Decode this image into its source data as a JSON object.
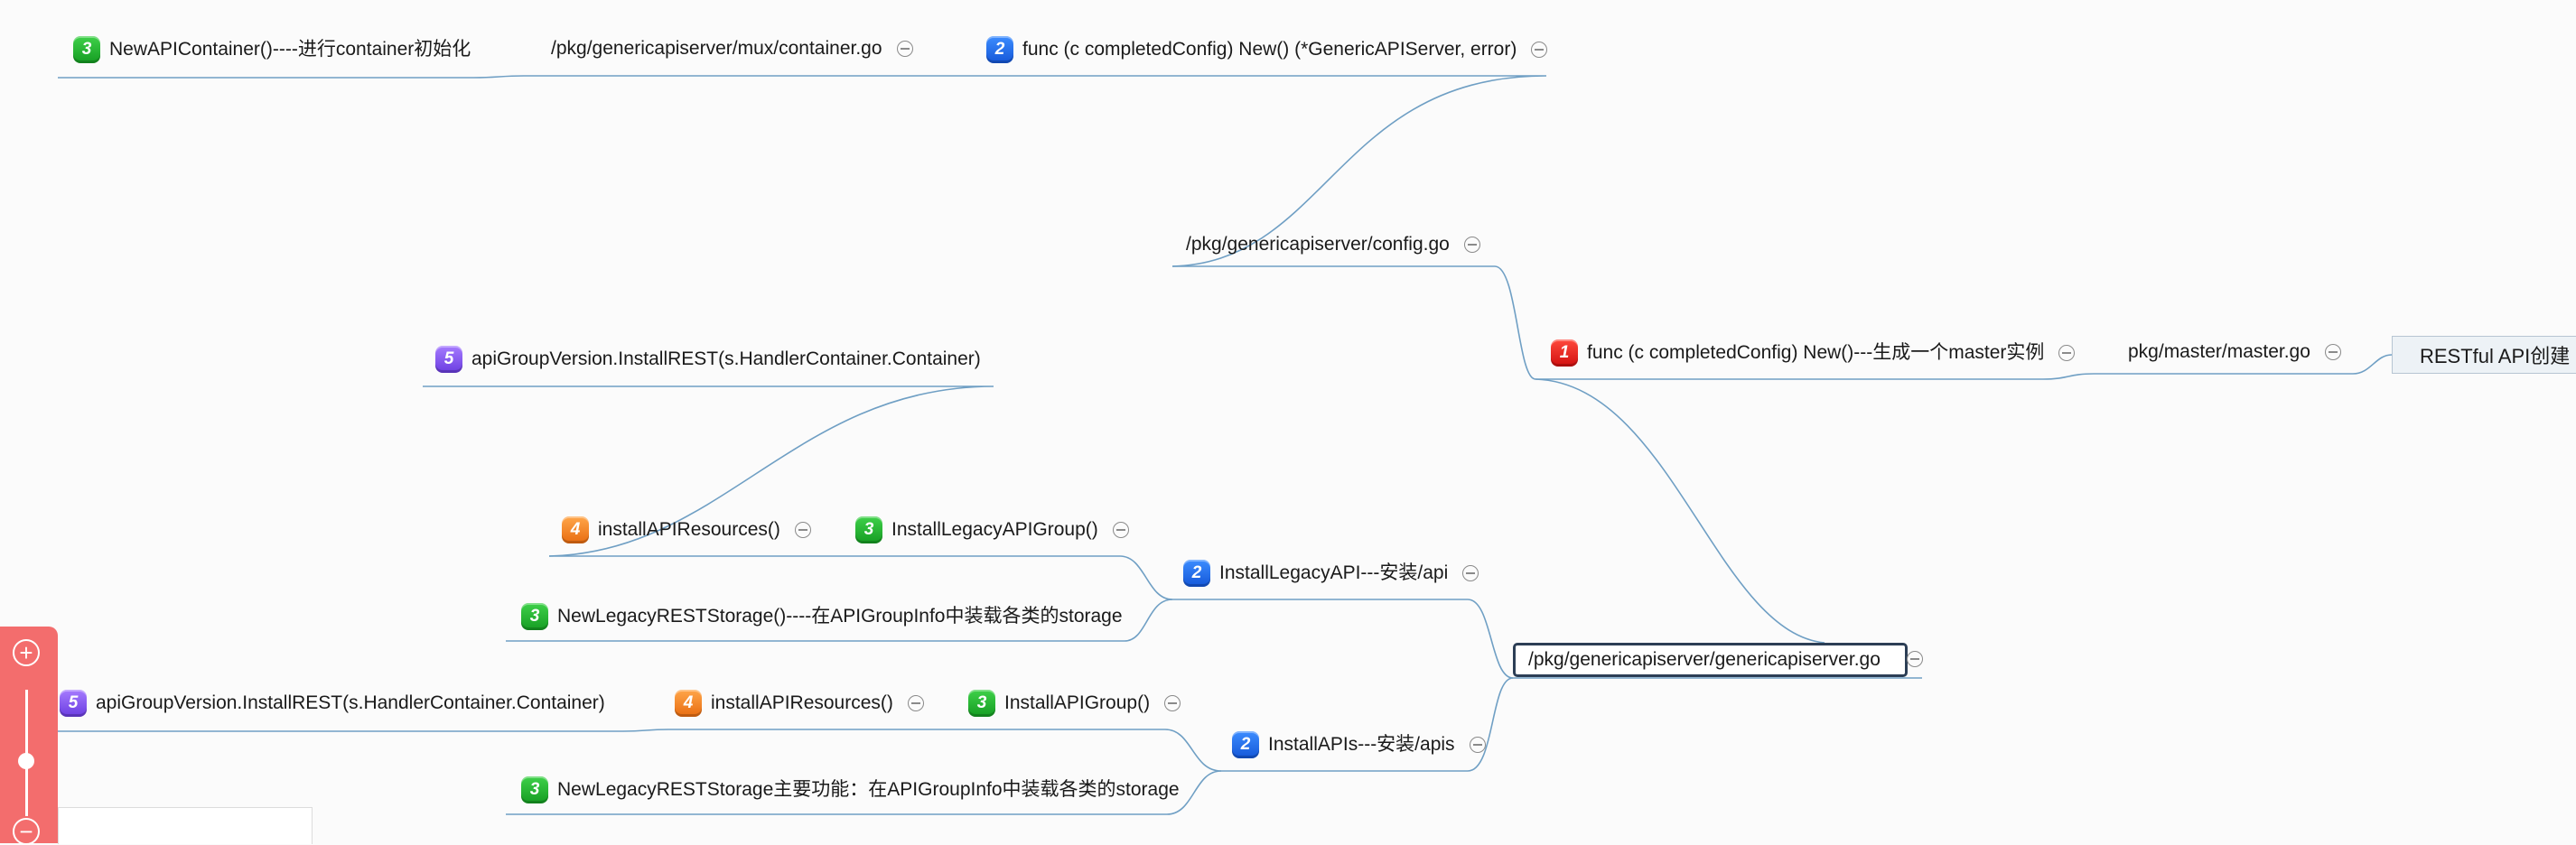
{
  "root": {
    "label": "RESTful API创建"
  },
  "nodes": {
    "master_go": "pkg/master/master.go",
    "func_new_master": {
      "badge": "1",
      "label": "func (c completedConfig) New()---生成一个master实例"
    },
    "config_go": "/pkg/genericapiserver/config.go",
    "func_new_generic": {
      "badge": "2",
      "label": "func (c completedConfig) New() (*GenericAPIServer, error)"
    },
    "mux_container_go": "/pkg/genericapiserver/mux/container.go",
    "new_api_container": {
      "badge": "3",
      "label": "NewAPIContainer()----进行container初始化"
    },
    "genericapiserver_go": "/pkg/genericapiserver/genericapiserver.go",
    "install_legacy_api": {
      "badge": "2",
      "label": "InstallLegacyAPI---安装/api"
    },
    "install_legacy_api_group": {
      "badge": "3",
      "label": "InstallLegacyAPIGroup()"
    },
    "install_api_resources_1": {
      "badge": "4",
      "label": "installAPIResources()"
    },
    "install_rest_1": {
      "badge": "5",
      "label": "apiGroupVersion.InstallREST(s.HandlerContainer.Container)"
    },
    "new_legacy_rest_storage_1": {
      "badge": "3",
      "label": "NewLegacyRESTStorage()----在APIGroupInfo中装载各类的storage"
    },
    "install_apis": {
      "badge": "2",
      "label": "InstallAPIs---安装/apis"
    },
    "install_api_group": {
      "badge": "3",
      "label": "InstallAPIGroup()"
    },
    "install_api_resources_2": {
      "badge": "4",
      "label": "installAPIResources()"
    },
    "install_rest_2": {
      "badge": "5",
      "label": "apiGroupVersion.InstallREST(s.HandlerContainer.Container)"
    },
    "new_legacy_rest_storage_2": {
      "badge": "3",
      "label": "NewLegacyRESTStorage主要功能：在APIGroupInfo中装载各类的storage"
    }
  },
  "zoom": {
    "in_glyph": "+",
    "out_glyph": "−"
  },
  "colors": {
    "connector": "#6f9fc4",
    "badge_1": "#e0201a",
    "badge_2": "#1f6ee8",
    "badge_3": "#22b230",
    "badge_4": "#f08a26",
    "badge_5": "#8658f0",
    "zoom_panel": "#f36d6d",
    "selected_border": "#2c3e55"
  }
}
